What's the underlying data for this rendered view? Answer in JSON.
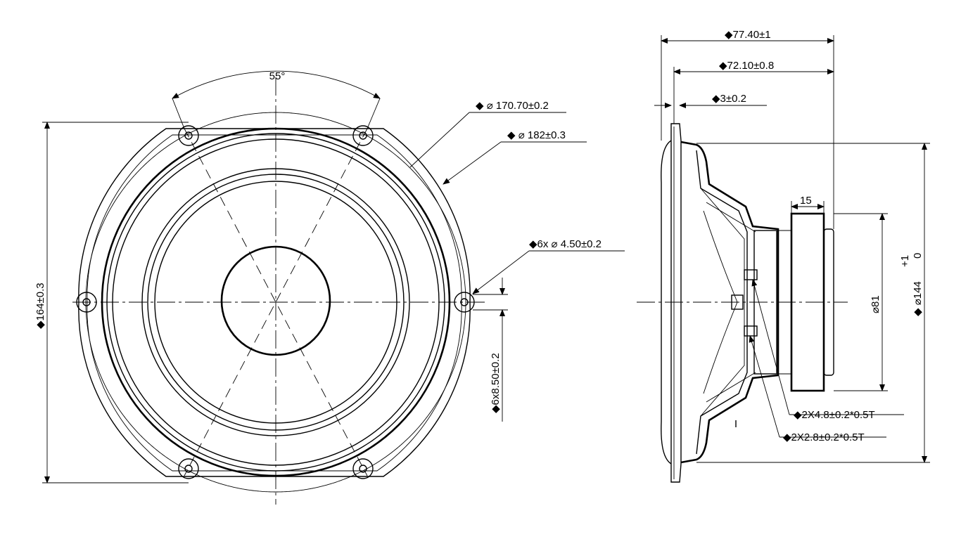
{
  "front_view": {
    "angle_label": "55°",
    "dim_inner_diameter": "◆ ⌀ 170.70±0.2",
    "dim_outer_diameter": "◆ ⌀ 182±0.3",
    "dim_holes": "◆6x ⌀ 4.50±0.2",
    "dim_hole_spacing": "◆6x8.50±0.2",
    "dim_height": "◆164±0.3"
  },
  "side_view": {
    "dim_total_depth": "◆77.40±1",
    "dim_depth": "◆72.10±0.8",
    "dim_flange": "◆3±0.2",
    "dim_magnet_width": "15",
    "dim_magnet_diameter": "⌀81",
    "dim_cutout_tolerance_plus": "+1",
    "dim_cutout_tolerance_zero": "0",
    "dim_cutout": "◆ ⌀144",
    "dim_terminal_large": "◆2X4.8±0.2*0.5T",
    "dim_terminal_small": "◆2X2.8±0.2*0.5T"
  },
  "colors": {
    "ink": "#000000",
    "paper": "#ffffff"
  }
}
